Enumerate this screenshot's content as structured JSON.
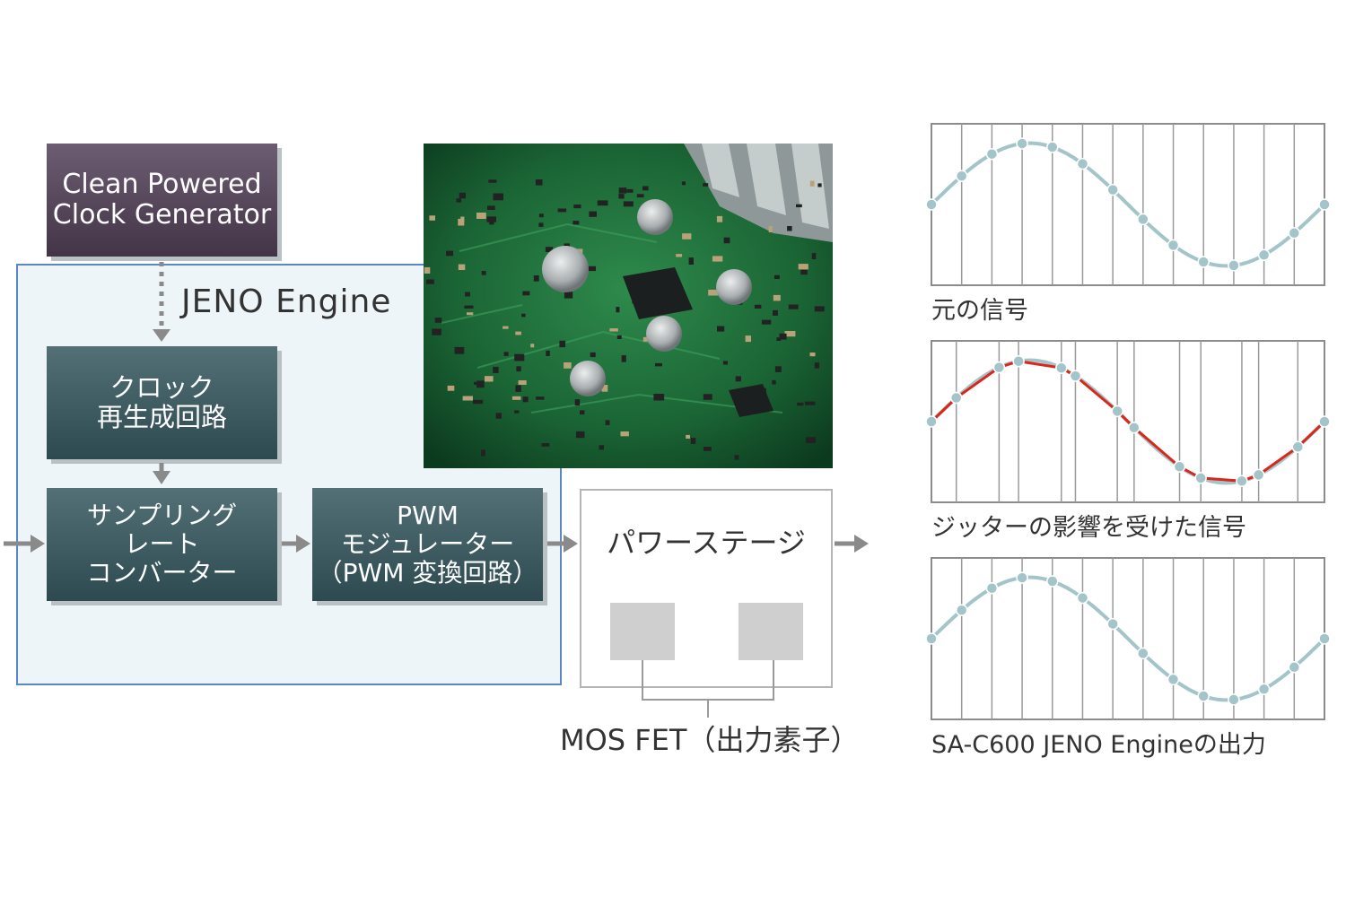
{
  "blocks": {
    "clock_generator": [
      "Clean Powered",
      "Clock Generator"
    ],
    "clock_regen": [
      "クロック",
      "再生成回路"
    ],
    "sampling_rate_converter": [
      "サンプリング",
      "レート",
      "コンバーター"
    ],
    "pwm": [
      "PWM",
      "モジュレーター",
      "（PWM 変換回路）"
    ]
  },
  "engine_label": "JENO Engine",
  "power_stage_label": "パワーステージ",
  "mosfet_caption": "MOS FET（出力素子）",
  "waveforms": [
    {
      "caption": "元の信号",
      "kind": "original"
    },
    {
      "caption": "ジッターの影響を受けた信号",
      "kind": "jitter"
    },
    {
      "caption": "SA-C600 JENO Engineの出力",
      "kind": "output"
    }
  ],
  "colors": {
    "clock_generator": "#4f4053",
    "engine_block": "#3a585e",
    "engine_border": "#5b87c5",
    "engine_bg": "#eef5f8",
    "arrow": "#8a8a8a",
    "sine": "#a3c4c8",
    "jitter_line": "#d9271c",
    "pcb": "#1e6f3b"
  },
  "image": "circuit-board-photo"
}
